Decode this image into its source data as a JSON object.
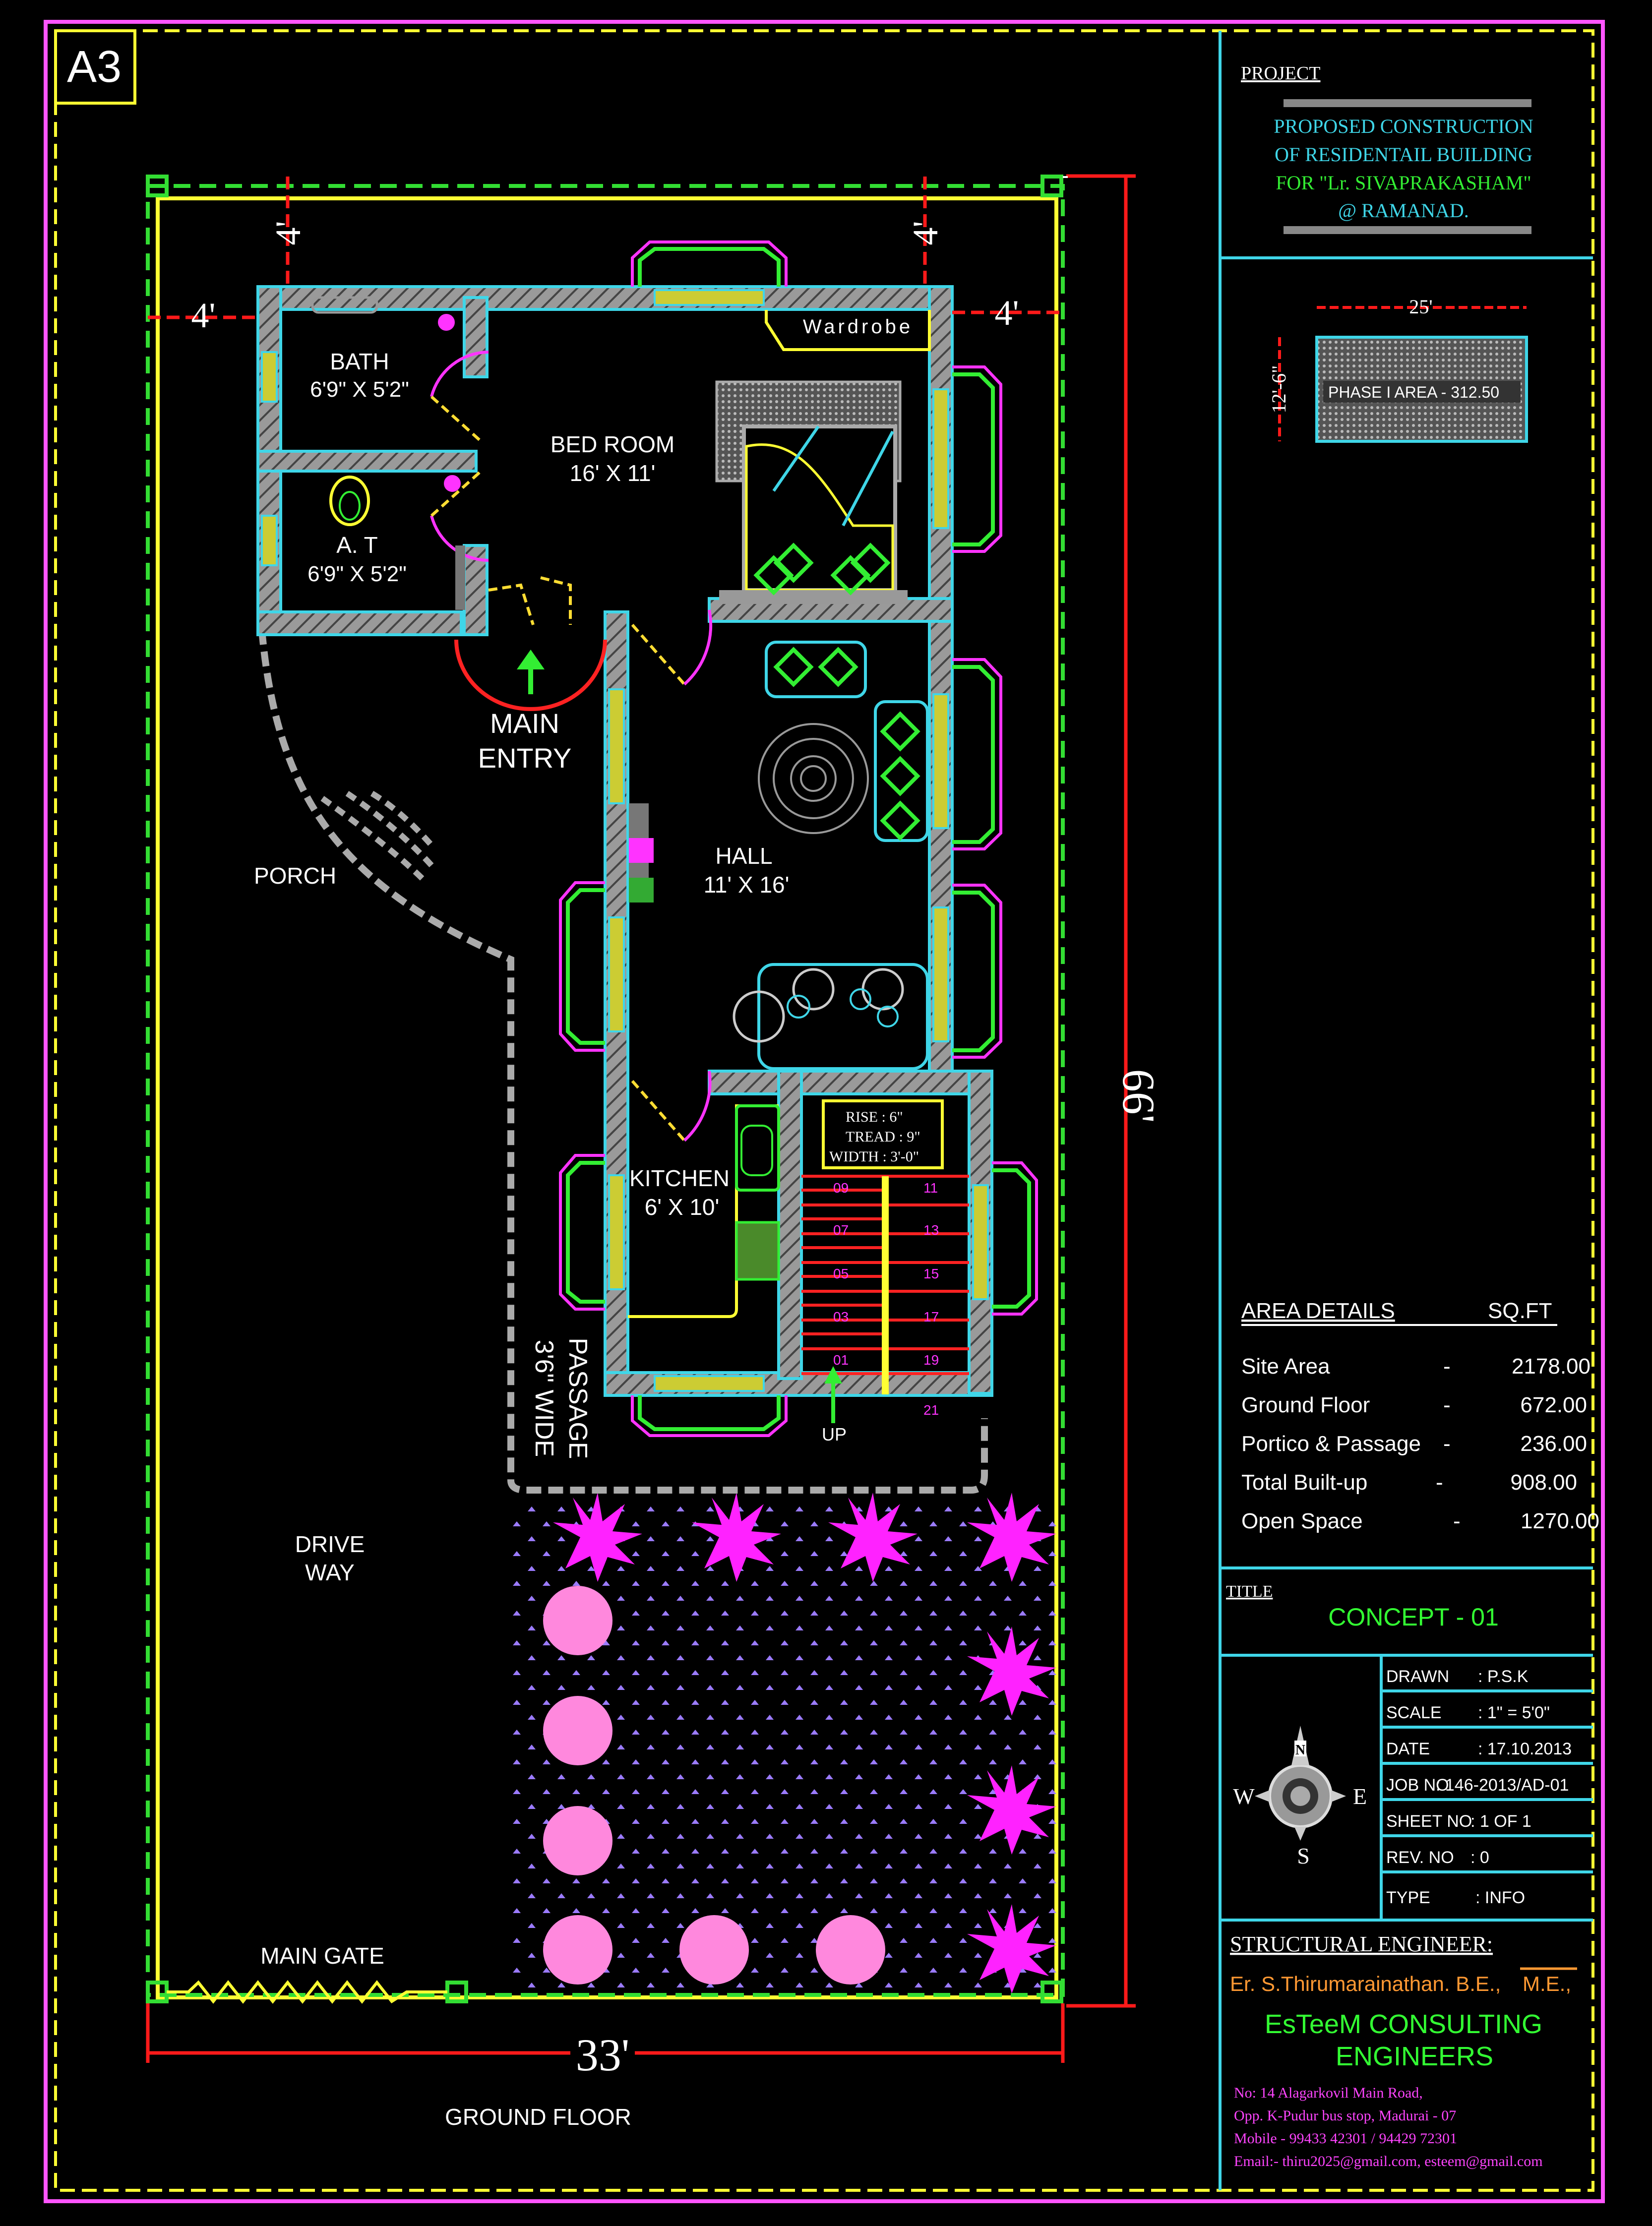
{
  "sheet": {
    "size_tag": "A3",
    "drawing_title": "GROUND FLOOR"
  },
  "dimensions": {
    "setback_left": "4'",
    "setback_top_left": "4'",
    "setback_top_right": "4'",
    "setback_right": "4'",
    "depth": "66'",
    "width": "33'"
  },
  "rooms": {
    "bath": {
      "name": "BATH",
      "size": "6'9\" X 5'2\""
    },
    "attached_toilet": {
      "name": "A. T",
      "size": "6'9\" X 5'2\""
    },
    "bedroom": {
      "name": "BED ROOM",
      "size": "16' X 11'"
    },
    "wardrobe": "Wardrobe",
    "entry": {
      "line1": "MAIN",
      "line2": "ENTRY"
    },
    "hall": {
      "name": "HALL",
      "size": "11' X 16'"
    },
    "kitchen": {
      "name": "KITCHEN",
      "size": "6' X 10'"
    },
    "porch": "PORCH",
    "passage": {
      "line1": "PASSAGE",
      "line2": "3'6\" WIDE"
    },
    "driveway": {
      "line1": "DRIVE",
      "line2": "WAY"
    },
    "main_gate": "MAIN GATE"
  },
  "stair": {
    "rise": "RISE      : 6\"",
    "tread": "TREAD   : 9\"",
    "width": "WIDTH   : 3'-0\"",
    "steps_left": [
      "09",
      "07",
      "05",
      "03",
      "01"
    ],
    "steps_right": [
      "11",
      "13",
      "15",
      "17",
      "19",
      "21"
    ],
    "up": "UP"
  },
  "project": {
    "heading": "PROJECT",
    "line1": "PROPOSED CONSTRUCTION",
    "line2": "OF RESIDENTAIL BUILDING",
    "line3": "FOR \"Lr. SIVAPRAKASHAM\"",
    "line4": "@ RAMANAD."
  },
  "phase": {
    "width": "25'",
    "depth": "12'-6\"",
    "label": "PHASE I AREA  - 312.50"
  },
  "area_details": {
    "heading": "AREA DETAILS",
    "unit": "SQ.FT",
    "rows": [
      {
        "label": "Site Area",
        "dash": "-",
        "value": "2178.00"
      },
      {
        "label": "Ground Floor",
        "dash": "-",
        "value": "672.00"
      },
      {
        "label": "Portico & Passage",
        "dash": "-",
        "value": "236.00"
      },
      {
        "label": "Total Built-up",
        "dash": "-",
        "value": "908.00"
      },
      {
        "label": "Open Space",
        "dash": "-",
        "value": "1270.00"
      }
    ]
  },
  "title_block": {
    "heading": "TITLE",
    "value": "CONCEPT - 01"
  },
  "compass": {
    "n": "N",
    "s": "S",
    "e": "E",
    "w": "W"
  },
  "info_rows": [
    {
      "label": "DRAWN",
      "value": ":   P.S.K"
    },
    {
      "label": "SCALE",
      "value": ":   1\" = 5'0\""
    },
    {
      "label": "DATE",
      "value": ":   17.10.2013"
    },
    {
      "label": "JOB NO",
      "value": ": 146-2013/AD-01"
    },
    {
      "label": "SHEET NO",
      "value": ":  1 OF 1"
    },
    {
      "label": "REV. NO",
      "value": ":  0"
    },
    {
      "label": "TYPE",
      "value": ": INFO"
    }
  ],
  "engineer": {
    "heading": "STRUCTURAL ENGINEER:",
    "name": "Er. S.Thirumarainathan. B.E.,",
    "degree": "M.E.,",
    "firm1": "EsTeeM CONSULTING",
    "firm2": "ENGINEERS",
    "addr1": "No: 14 Alagarkovil Main Road,",
    "addr2": "Opp. K-Pudur bus stop, Madurai - 07",
    "addr3": "Mobile - 99433 42301 / 94429 72301",
    "addr4": "Email:- thiru2025@gmail.com, esteem@gmail.com"
  },
  "colors": {
    "background": "#000000",
    "wall": "#3fd6e8",
    "dimension": "#ff1a1a",
    "plot": "#ffff33",
    "outer_border": "#ff55ff",
    "setback": "#33dd33",
    "title_text": "#33ff33",
    "address": "#ff44ff",
    "engineer_name": "#ff9933"
  }
}
